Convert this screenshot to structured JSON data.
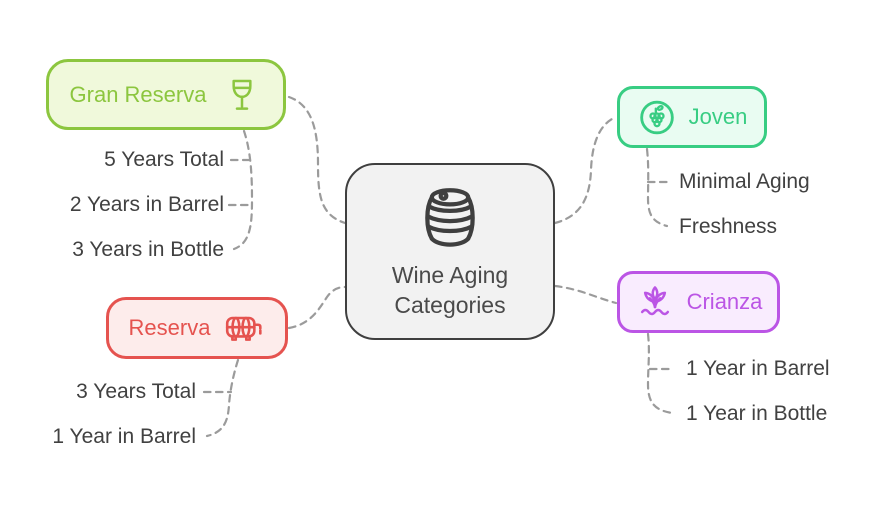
{
  "diagram": {
    "type": "mindmap",
    "title": "Wine Aging Categories"
  },
  "center": {
    "label_line1": "Wine Aging",
    "label_line2": "Categories",
    "icon": "barrel-icon",
    "border_color": "#3F3F3F",
    "background": "#F2F2F2",
    "text_color": "#4A4A4A"
  },
  "branches": [
    {
      "id": "gran-reserva",
      "label": "Gran Reserva",
      "icon": "wine-glass-icon",
      "color": "#8CC63F",
      "background": "#F0F9DB",
      "leaves": [
        "5 Years Total",
        "2 Years in Barrel",
        "3 Years in Bottle"
      ]
    },
    {
      "id": "reserva",
      "label": "Reserva",
      "icon": "cask-icon",
      "color": "#E5534F",
      "background": "#FDECEB",
      "leaves": [
        "3 Years Total",
        "1 Year in Barrel"
      ]
    },
    {
      "id": "joven",
      "label": "Joven",
      "icon": "grapes-icon",
      "color": "#38CD83",
      "background": "#E9FCF2",
      "leaves": [
        "Minimal Aging",
        "Freshness"
      ]
    },
    {
      "id": "crianza",
      "label": "Crianza",
      "icon": "lotus-vine-icon",
      "color": "#BB55E5",
      "background": "#F9ECFE",
      "leaves": [
        "1 Year in Barrel",
        "1 Year in Bottle"
      ]
    }
  ],
  "connectors": {
    "color": "#9B9B9B",
    "style": "dashed"
  }
}
